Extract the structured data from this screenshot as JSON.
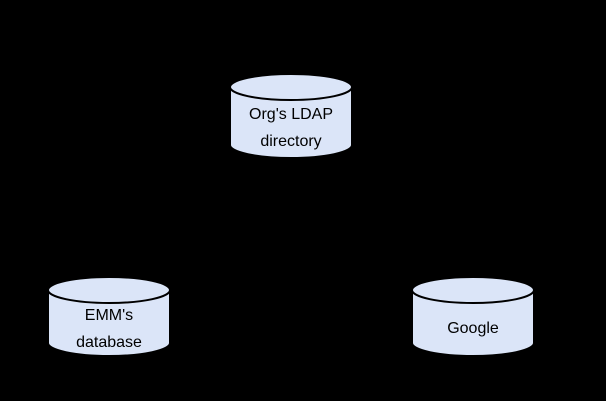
{
  "diagram": {
    "background_color": "#000000",
    "node_stroke_color": "#000000",
    "label_text_color": "#000000",
    "nodes": {
      "ldap": {
        "shape": "cylinder",
        "label": "Org's LDAP directory",
        "lines": [
          "Org's LDAP",
          "directory"
        ],
        "fill": "#dbe5f8"
      },
      "emm": {
        "shape": "cylinder",
        "label": "EMM's database",
        "lines": [
          "EMM's",
          "database"
        ],
        "fill": "#dbe5f8"
      },
      "google": {
        "shape": "cylinder",
        "label": "Google",
        "lines": [
          "Google"
        ],
        "fill": "#dbe5f8"
      }
    }
  }
}
